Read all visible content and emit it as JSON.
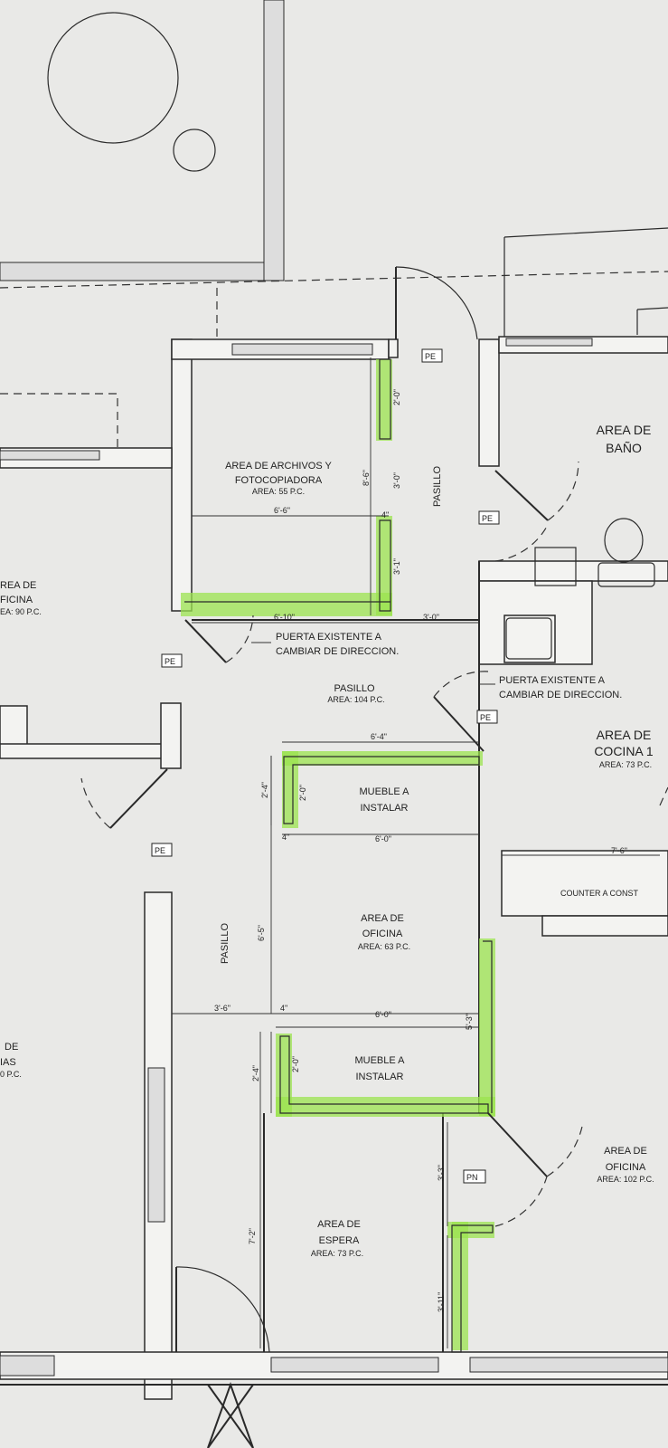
{
  "rooms": {
    "archivos_line1": "AREA DE ARCHIVOS Y",
    "archivos_line2": "FOTOCOPIADORA",
    "archivos_area": "AREA: 55 P.C.",
    "bano_line1": "AREA DE",
    "bano_line2": "BAÑO",
    "oficina_left_line1": "REA DE",
    "oficina_left_line2": "FICINA",
    "oficina_left_area": "EA: 90 P.C.",
    "pasillo_center": "PASILLO",
    "pasillo_center_area": "AREA: 104 P.C.",
    "pasillo_top": "PASILLO",
    "pasillo_left": "PASILLO",
    "cocina_line1": "AREA DE",
    "cocina_line2": "COCINA  1",
    "cocina_area": "AREA: 73 P.C.",
    "counter": "COUNTER A CONST",
    "oficina_mid_line1": "AREA DE",
    "oficina_mid_line2": "OFICINA",
    "oficina_mid_area": "AREA: 63 P.C.",
    "mueble1_line1": "MUEBLE A",
    "mueble1_line2": "INSTALAR",
    "mueble2_line1": "MUEBLE A",
    "mueble2_line2": "INSTALAR",
    "left_de": "DE",
    "left_ias": "IAS",
    "left_area": "0 P.C.",
    "oficina_right_line1": "AREA DE",
    "oficina_right_line2": "OFICINA",
    "oficina_right_area": "AREA: 102 P.C.",
    "espera_line1": "AREA DE",
    "espera_line2": "ESPERA",
    "espera_area": "AREA: 73 P.C."
  },
  "notes": {
    "puerta1_line1": "PUERTA EXISTENTE A",
    "puerta1_line2": "CAMBIAR DE DIRECCION.",
    "puerta2_line1": "PUERTA EXISTENTE A",
    "puerta2_line2": "CAMBIAR DE DIRECCION."
  },
  "tags": {
    "pe1": "PE",
    "pe2": "PE",
    "pe3": "PE",
    "pe4": "PE",
    "pe5": "PE",
    "pn": "PN"
  },
  "dimensions": {
    "d_2_0_top": "2'-0\"",
    "d_3_0": "3'-0\"",
    "d_8_6": "8'-6\"",
    "d_6_6": "6'-6\"",
    "d_3_1": "3'-1\"",
    "d_4_a": "4\"",
    "d_6_10": "6'-10\"",
    "d_3_0_b": "3'-0\"",
    "d_6_4": "6'-4\"",
    "d_2_4_a": "2'-4\"",
    "d_2_0_a": "2'-0\"",
    "d_4_b": "4\"",
    "d_6_0_a": "6'-0\"",
    "d_7_6": "7'-6\"",
    "d_6_5": "6'-5\"",
    "d_3_6": "3'-6\"",
    "d_4_c": "4\"",
    "d_6_0_b": "6'-0\"",
    "d_5_3": "5'-3\"",
    "d_2_4_b": "2'-4\"",
    "d_2_0_b": "2'-0\"",
    "d_3_3": "3'-3\"",
    "d_7_2": "7'-2\"",
    "d_3_11": "3'-11\""
  },
  "colors": {
    "highlight": "#9be34f",
    "paper": "#e9e9e7",
    "ink": "#2a2a2a"
  }
}
